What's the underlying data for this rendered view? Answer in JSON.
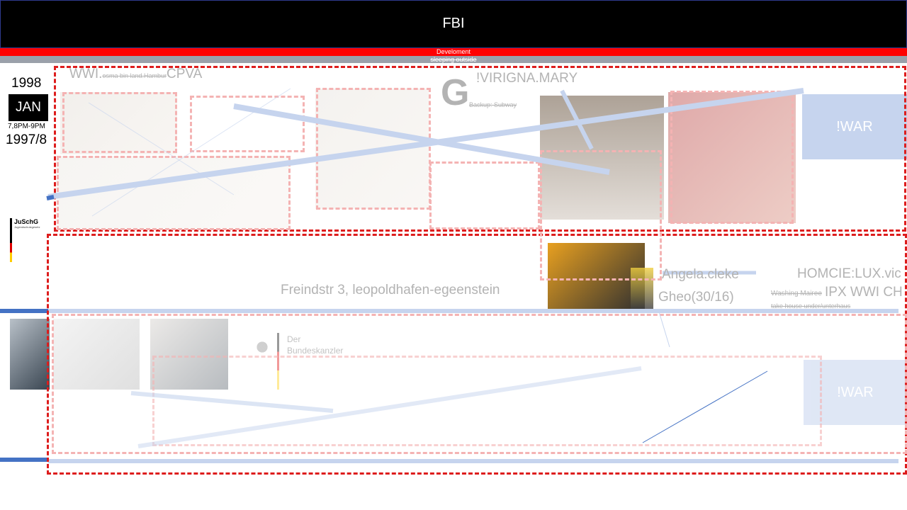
{
  "header": {
    "title": "FBI"
  },
  "red_bar": {
    "text": "Develoment"
  },
  "gray_bar": {
    "text": "sleeping outside"
  },
  "left": {
    "year": "1998",
    "month": "JAN",
    "time": "7,8PM-9PM",
    "alt_year": "1997/8",
    "doc_title": "JuSchG",
    "doc_subtitle": "Jugendschutzgesetz"
  },
  "labels": {
    "wwi_prefix": "WWI.",
    "wwi_small": "osma bin land.Hambur",
    "wwi_suffix": "CPVA",
    "g_letter": "G",
    "g_small": "Backup: Subway",
    "virigna": "!VIRIGNA.MARY",
    "war_top": "!WAR",
    "war_bottom": "!WAR",
    "address": "Freindstr 3, leopoldhafen-egeenstein",
    "angela": "Angela.cleke",
    "gheo": "Gheo(30/16)",
    "homcie": "HOMCIE:LUX.vic",
    "washing": "Washing Mairee",
    "ipx": "IPX WWI CH",
    "take_house": "take house under/unterhaus",
    "bundeskanzler_1": "Der",
    "bundeskanzler_2": "Bundeskanzler"
  },
  "colors": {
    "header_bg": "#000000",
    "red_bar": "#ff0000",
    "gray_bar": "#9aa0aa",
    "dashed_red": "#dd1d1d",
    "dashed_pink": "#f4b3b3",
    "blue_line": "#c6d4ee",
    "war_box": "#c6d4ee"
  }
}
